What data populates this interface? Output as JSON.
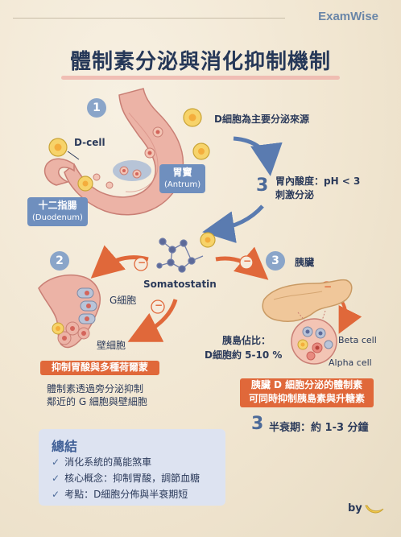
{
  "brand": "ExamWise",
  "title": "體制素分泌與消化抑制機制",
  "step1": {
    "number": "1",
    "dcell_label": "D-cell",
    "source_text": "D細胞為主要分泌來源",
    "antrum_zh": "胃竇",
    "antrum_en": "(Antrum)",
    "duodenum_zh": "十二指腸",
    "duodenum_en": "(Duodenum)"
  },
  "step3_ph": {
    "number": "3",
    "line1": "胃內酸度：pH < 3",
    "line2": "刺激分泌"
  },
  "center": {
    "label": "Somatostatin"
  },
  "step2": {
    "number": "2",
    "g_cell": "G細胞",
    "parietal_cell": "壁細胞",
    "inhibit_box": "抑制胃酸與多種荷爾蒙",
    "desc_line1": "體制素透過旁分泌抑制",
    "desc_line2": "鄰近的 G 細胞與壁細胞"
  },
  "step3": {
    "number": "3",
    "title": "胰臟",
    "islet_line1": "胰島佔比：",
    "islet_line2": "D細胞約 5-10 %",
    "beta_cell": "Beta cell",
    "alpha_cell": "Alpha cell",
    "inhibit_box_line1": "胰臟 D 細胞分泌的體制素",
    "inhibit_box_line2": "可同時抑制胰島素與升糖素"
  },
  "halflife": {
    "number": "3",
    "text": "半衰期：約 1-3 分鐘"
  },
  "summary": {
    "title": "總結",
    "items": [
      "消化系統的萬能煞車",
      "核心概念：抑制胃酸，調節血糖",
      "考點：D細胞分佈與半衰期短"
    ]
  },
  "footer": {
    "by": "by"
  },
  "minus_symbol": "−",
  "colors": {
    "title": "#263858",
    "accent_blue": "#6f8fbe",
    "accent_orange": "#e0683a",
    "stomach_pink": "#ecb3a6",
    "d_cell_yellow": "#f7d36a"
  }
}
